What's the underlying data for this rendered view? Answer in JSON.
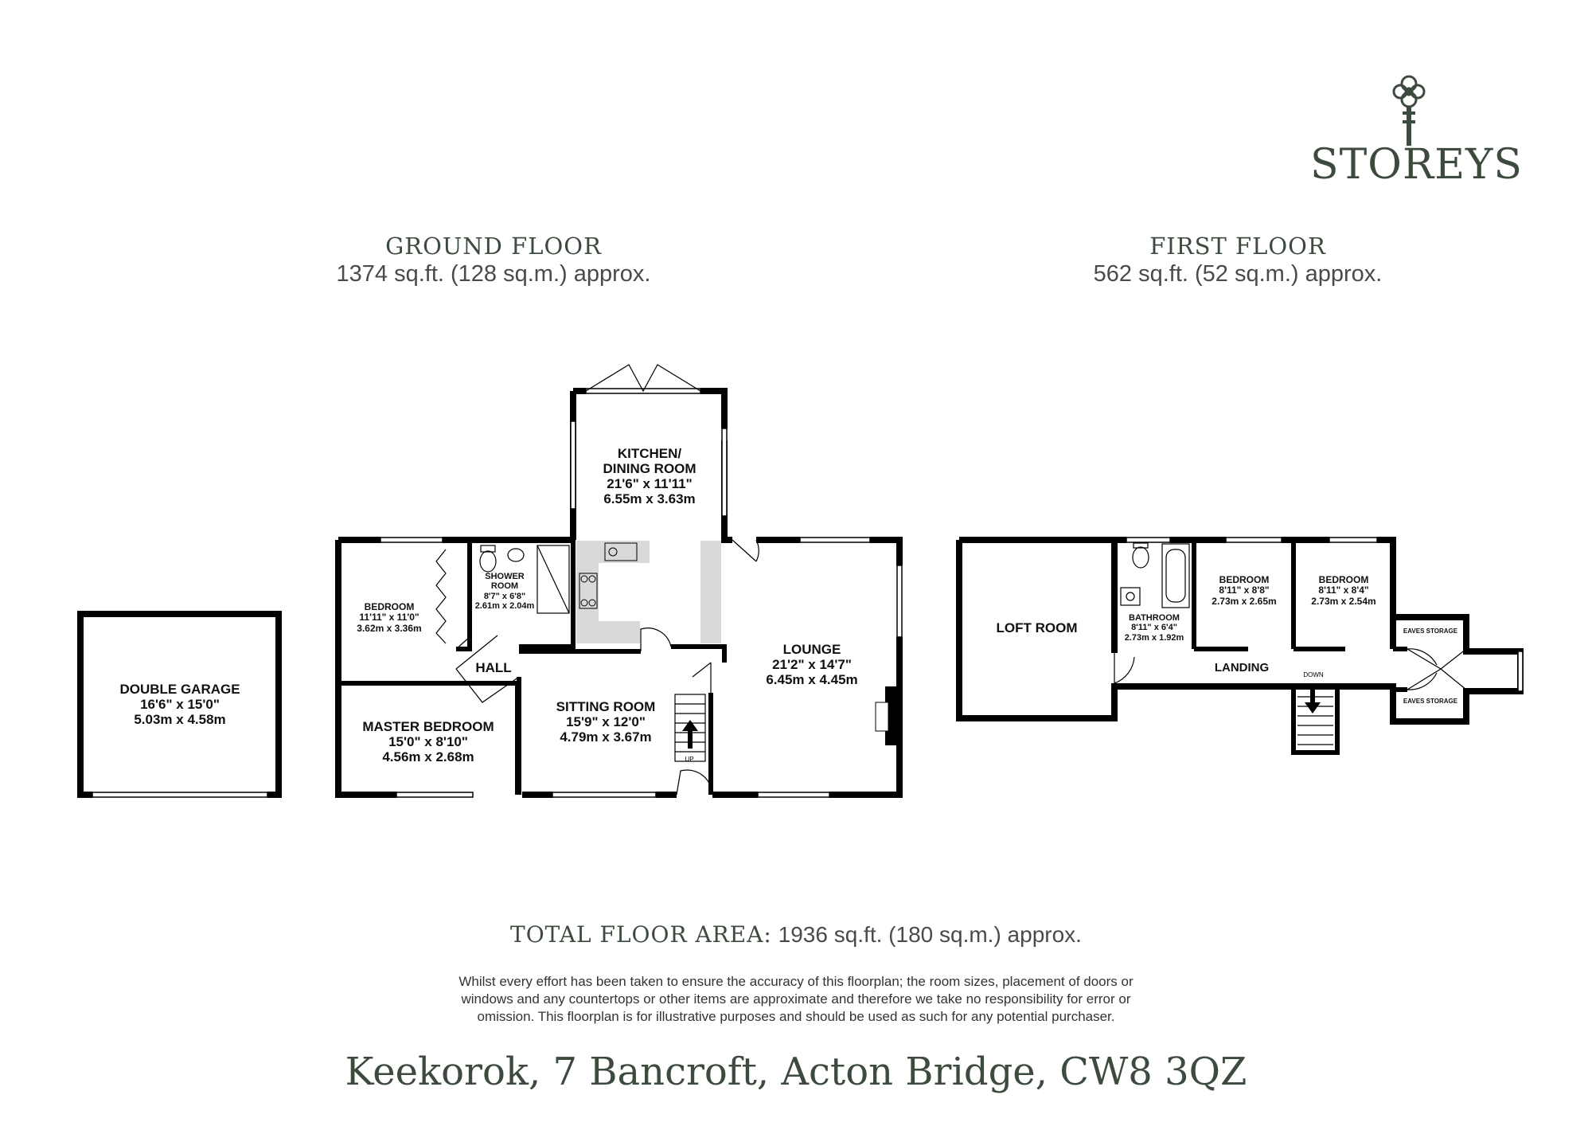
{
  "brand": {
    "name": "STOREYS",
    "color": "#3d4a3e"
  },
  "ground_floor": {
    "title": "GROUND FLOOR",
    "area": "1374 sq.ft. (128 sq.m.) approx.",
    "rooms": {
      "garage": {
        "name": "DOUBLE GARAGE",
        "imperial": "16'6\"  x 15'0\"",
        "metric": "5.03m  x 4.58m"
      },
      "bedroom": {
        "name": "BEDROOM",
        "imperial": "11'11\"  x 11'0\"",
        "metric": "3.62m  x 3.36m"
      },
      "shower": {
        "name_line1": "SHOWER",
        "name_line2": "ROOM",
        "imperial": "8'7\"  x 6'8\"",
        "metric": "2.61m  x 2.04m"
      },
      "kitchen": {
        "name_line1": "KITCHEN/",
        "name_line2": "DINING ROOM",
        "imperial": "21'6\"  x 11'11\"",
        "metric": "6.55m  x 3.63m"
      },
      "hall": {
        "name": "HALL"
      },
      "master": {
        "name": "MASTER BEDROOM",
        "imperial": "15'0\"  x 8'10\"",
        "metric": "4.56m  x 2.68m"
      },
      "sitting": {
        "name": "SITTING ROOM",
        "imperial": "15'9\"  x 12'0\"",
        "metric": "4.79m  x 3.67m"
      },
      "lounge": {
        "name": "LOUNGE",
        "imperial": "21'2\"  x 14'7\"",
        "metric": "6.45m  x 4.45m"
      }
    },
    "stair_label": "UP"
  },
  "first_floor": {
    "title": "FIRST FLOOR",
    "area": "562 sq.ft. (52 sq.m.) approx.",
    "rooms": {
      "loft": {
        "name": "LOFT ROOM"
      },
      "bathroom": {
        "name": "BATHROOM",
        "imperial": "8'11\"  x 6'4\"",
        "metric": "2.73m  x 1.92m"
      },
      "bedroom1": {
        "name": "BEDROOM",
        "imperial": "8'11\"  x 8'8\"",
        "metric": "2.73m  x 2.65m"
      },
      "bedroom2": {
        "name": "BEDROOM",
        "imperial": "8'11\"  x 8'4\"",
        "metric": "2.73m  x 2.54m"
      },
      "landing": {
        "name": "LANDING"
      },
      "eaves1": {
        "name": "EAVES STORAGE"
      },
      "eaves2": {
        "name": "EAVES STORAGE"
      }
    },
    "stair_label": "DOWN"
  },
  "total": {
    "label": "TOTAL FLOOR AREA:",
    "value": "1936 sq.ft. (180 sq.m.) approx."
  },
  "disclaimer": {
    "line1": "Whilst every effort has been taken to ensure the accuracy of this floorplan; the room sizes, placement of doors or",
    "line2": "windows and any countertops or other items are approximate and therefore we take no responsibility for error or",
    "line3": "omission. This floorplan is for illustrative purposes and should be used as such for any potential purchaser."
  },
  "address": "Keekorok, 7 Bancroft, Acton Bridge, CW8 3QZ"
}
